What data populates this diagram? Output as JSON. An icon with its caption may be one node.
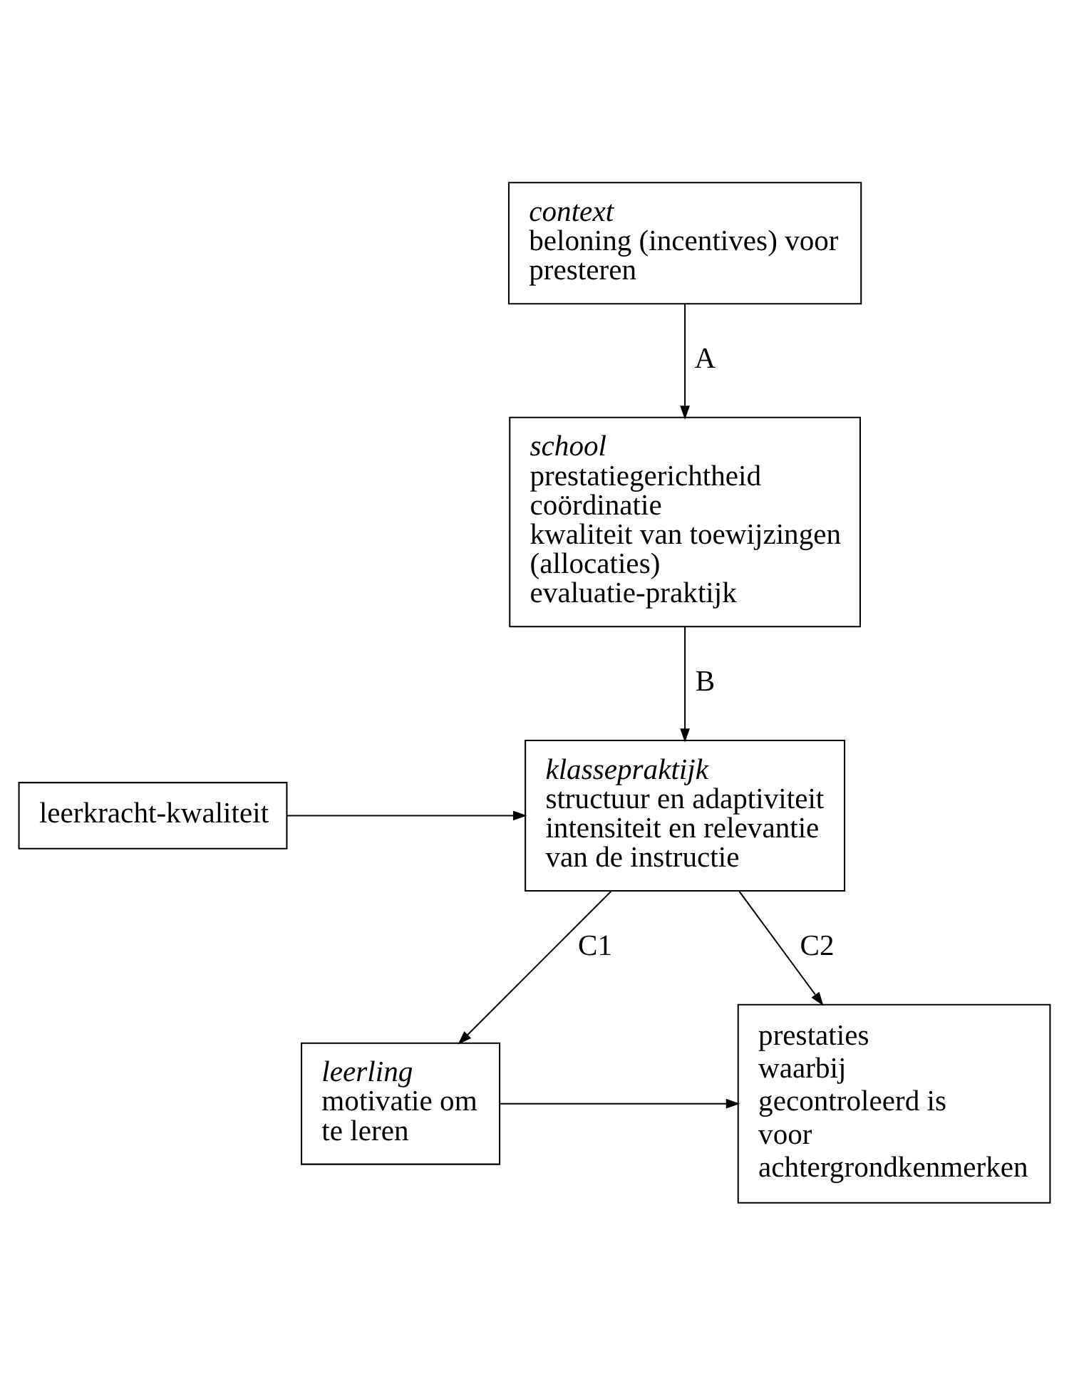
{
  "diagram": {
    "nodes": [
      {
        "text": [
          "context",
          "beloning (incentives) voor presteren"
        ]
      },
      {
        "text": [
          "school",
          "prestatiegerichtheid",
          "coördinatie",
          "kwaliteit van toewijzingen (allocaties)",
          "evaluatie-praktijk"
        ]
      },
      {
        "text": [
          "leerkracht-kwaliteit"
        ]
      },
      {
        "text": [
          "klassepraktijk",
          "structuur en adaptiviteit",
          "intensiteit en relevantie van de instructie"
        ]
      },
      {
        "text": [
          "leerling",
          "motivatie om te leren"
        ]
      },
      {
        "text": [
          "prestaties waarbij gecontroleerd is voor achtergrondkenmerken"
        ]
      }
    ],
    "edges": [
      {
        "from": 0,
        "to": 1,
        "arrow": "to",
        "label": "A"
      },
      {
        "from": 1,
        "to": 3,
        "arrow": "to",
        "label": "B"
      },
      {
        "from": 2,
        "to": 3,
        "arrow": "to"
      },
      {
        "from": 3,
        "to": 4,
        "arrow": "to",
        "label": "C1"
      },
      {
        "from": 3,
        "to": 5,
        "arrow": "to",
        "label": "C2"
      },
      {
        "from": 4,
        "to": 5,
        "arrow": "to"
      }
    ]
  }
}
